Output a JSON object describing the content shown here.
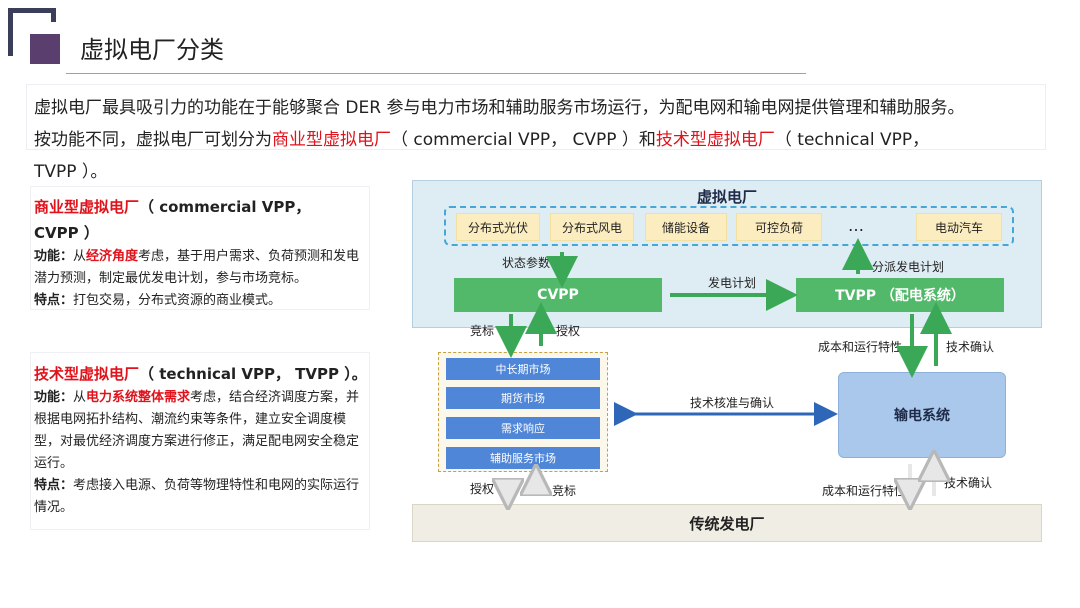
{
  "header": {
    "title": "虚拟电厂分类"
  },
  "intro": {
    "line1": "虚拟电厂最具吸引力的功能在于能够聚合 DER 参与电力市场和辅助服务市场运行，为配电网和输电网提供管理和辅助服务。",
    "line2_a": "按功能不同，虚拟电厂可划分为",
    "line2_red1": "商业型虚拟电厂",
    "line2_b": "（ commercial VPP， CVPP ）和",
    "line2_red2": "技术型虚拟电厂",
    "line2_c": "（ technical VPP，",
    "line3": "TVPP ）。"
  },
  "cards": {
    "cvpp": {
      "head_red": "商业型虚拟电厂",
      "head_rest": "（ commercial VPP，",
      "head_line2": "CVPP ）",
      "func_label": "功能：",
      "func_a": "从",
      "func_red": "经济角度",
      "func_b": "考虑，基于用户需求、负荷预测和发电潜力预测，制定最优发电计划，参与市场竞标。",
      "feat_label": "特点：",
      "feat_text": "打包交易，分布式资源的商业模式。"
    },
    "tvpp": {
      "head_red": "技术型虚拟电厂",
      "head_rest": "（ technical VPP， TVPP ）。",
      "func_label": "功能：",
      "func_a": "从",
      "func_red": "电力系统整体需求",
      "func_b": "考虑，结合经济调度方案，并根据电网拓扑结构、潮流约束等条件，建立安全调度模型，对最优经济调度方案进行修正，满足配电网安全稳定运行。",
      "feat_label": "特点：",
      "feat_text": "考虑接入电源、负荷等物理特性和电网的实际运行情况。"
    }
  },
  "diagram": {
    "vpp_title": "虚拟电厂",
    "resources": [
      "分布式光伏",
      "分布式风电",
      "储能设备",
      "可控负荷",
      "电动汽车"
    ],
    "ellipsis": "…",
    "cvpp": "CVPP",
    "tvpp": "TVPP （配电系统）",
    "status_params": "状态参数",
    "dispatch_plan": "分派发电计划",
    "gen_plan": "发电计划",
    "bid": "竞标",
    "authorize": "授权",
    "markets": [
      "中长期市场",
      "期货市场",
      "需求响应",
      "辅助服务市场"
    ],
    "tech_check": "技术核准与确认",
    "cost_char": "成本和运行特性",
    "tech_confirm": "技术确认",
    "transmission": "输电系统",
    "traditional": "传统发电厂",
    "authorize_bottom": "授权",
    "bid_bottom": "竞标",
    "cost_char_bottom": "成本和运行特性",
    "tech_confirm_bottom": "技术确认"
  },
  "colors": {
    "green": "#52b96a",
    "market_blue": "#4f86d8",
    "accent_red": "#e0121b",
    "vpp_bg": "#deedf4"
  }
}
